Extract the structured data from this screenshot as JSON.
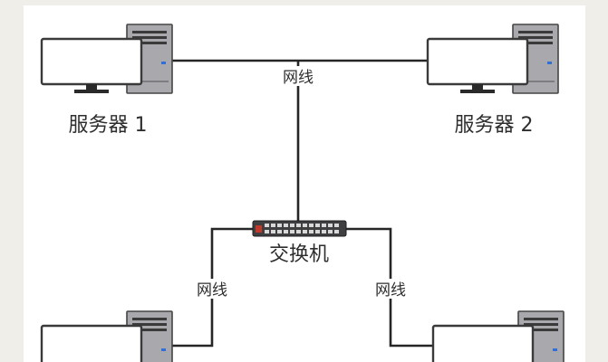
{
  "diagram": {
    "servers": [
      {
        "label": "服务器 1"
      },
      {
        "label": "服务器 2"
      }
    ],
    "switch": {
      "label": "交换机"
    },
    "cables": [
      {
        "label": "网线"
      },
      {
        "label": "网线"
      },
      {
        "label": "网线"
      }
    ]
  },
  "colors": {
    "background": "#efeee9",
    "canvas": "#ffffff",
    "cable": "#262626",
    "tower": "#a9a9ad",
    "monitor_frame": "#3a3a3a",
    "switch_body": "#3f3f42",
    "switch_port": "#d9d9d9",
    "switch_accent": "#c0392b",
    "power_led": "#2f6fd6"
  }
}
